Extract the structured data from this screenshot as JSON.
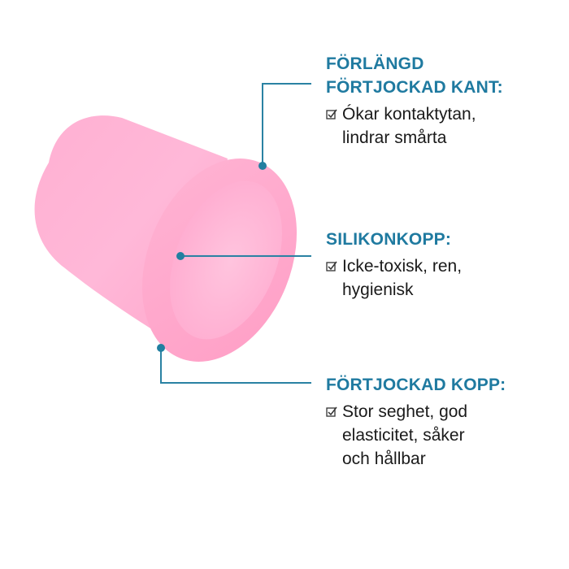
{
  "colors": {
    "accent": "#1f7aa0",
    "cup_pink": "#ffa8cc",
    "line": "#2a82a3",
    "text": "#1a1a1a"
  },
  "callouts": [
    {
      "heading": "FÖRLÄNGD\nFÖRTJOCKAD KANT:",
      "heading_line1": "FÖRLÄNGD",
      "heading_line2": "FÖRTJOCKAD KANT:",
      "icon": "checkbox-checked-icon",
      "text": "Ókar kontaktytan,\nlindrar smårta"
    },
    {
      "heading": "SILIKONKOPP:",
      "icon": "checkbox-checked-icon",
      "text": "Icke-toxisk, ren,\nhygienisk"
    },
    {
      "heading": "FÖRTJOCKAD KOPP:",
      "icon": "checkbox-checked-icon",
      "text": "Stor seghet, god\nelasticitet, såker\noch hållbar"
    }
  ]
}
